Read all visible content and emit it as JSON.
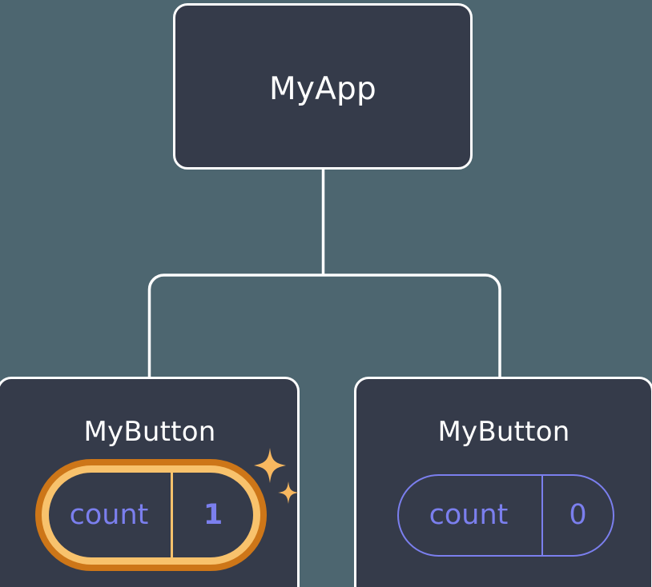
{
  "diagram": {
    "type": "component-tree",
    "background_color": "#4d6670",
    "node_fill_color": "#353b4a",
    "node_border_color": "#ffffff",
    "connector_color": "#ffffff",
    "state_color": "#7b7fee",
    "highlight_color_outer": "#cd7618",
    "highlight_color_inner": "#f8c26c",
    "root": {
      "label": "MyApp"
    },
    "children": [
      {
        "label": "MyButton",
        "state_key": "count",
        "state_value": "1",
        "highlighted": true,
        "sparkle_icons": 2
      },
      {
        "label": "MyButton",
        "state_key": "count",
        "state_value": "0",
        "highlighted": false,
        "sparkle_icons": 0
      }
    ]
  }
}
